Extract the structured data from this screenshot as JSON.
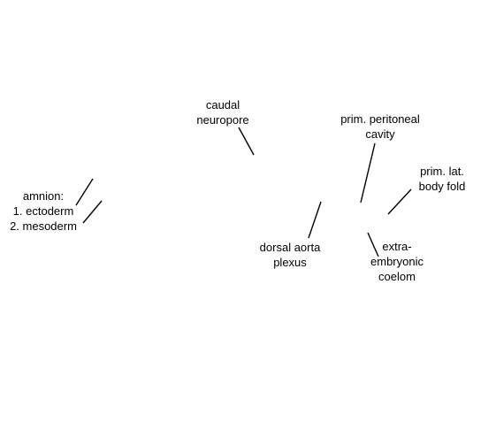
{
  "labels": {
    "caudal_neuropore": [
      "caudal",
      "neuropore"
    ],
    "prim_peritoneal_cavity": [
      "prim. peritoneal",
      "cavity"
    ],
    "prim_lat_body_fold": [
      "prim. lat.",
      "body fold"
    ],
    "amnion": [
      "amnion:",
      "1. ectoderm",
      "2. mesoderm"
    ],
    "dorsal_aorta_plexus": [
      "dorsal aorta",
      "plexus"
    ],
    "extra_embryonic_coelom": [
      "extra-",
      "embryonic",
      "coelom"
    ]
  }
}
